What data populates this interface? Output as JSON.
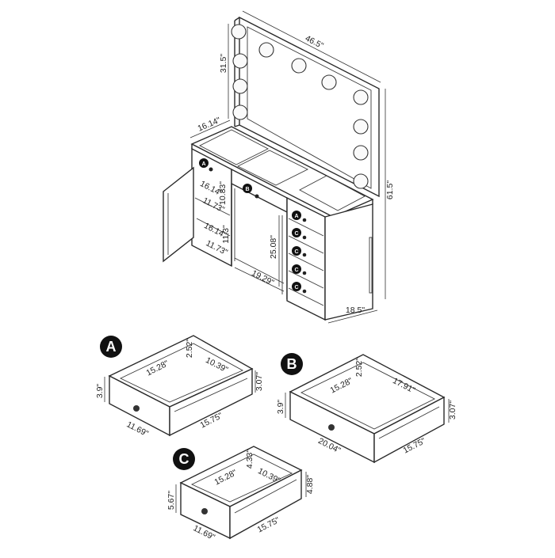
{
  "vanity": {
    "mirror_width": "46.5\"",
    "mirror_height": "31.5\"",
    "top_depth": "16.14\"",
    "total_height": "61.5\"",
    "depth": "18.5\"",
    "knee_width": "19.29\"",
    "knee_height": "25.08\"",
    "left_shelf_upper_depth": "16.14\"",
    "left_shelf_upper_height": "10.83\"",
    "left_shelf_upper_width": "11.73\"",
    "left_shelf_lower_depth": "16.14\"",
    "left_shelf_lower_height": "11.3\"",
    "left_shelf_lower_width": "11.73\"",
    "badge_a": "A",
    "badge_b": "B",
    "badge_c": "C"
  },
  "drawer_a": {
    "label": "A",
    "inner_depth": "15.28\"",
    "inner_width": "10.39\"",
    "inner_height": "2.52\"",
    "side_height": "3.07\"",
    "front_height": "3.9\"",
    "front_width": "11.69\"",
    "side_depth": "15.75\""
  },
  "drawer_b": {
    "label": "B",
    "inner_depth": "15.28\"",
    "inner_width": "17.91\"",
    "inner_height": "2.52\"",
    "side_height": "3.07\"",
    "front_height": "3.9\"",
    "front_width": "20.04\"",
    "side_depth": "15.75\""
  },
  "drawer_c": {
    "label": "C",
    "inner_depth": "15.28\"",
    "inner_width": "10.39\"",
    "inner_height": "4.33\"",
    "side_height": "4.88\"",
    "front_height": "5.67\"",
    "front_width": "11.69\"",
    "side_depth": "15.75\""
  }
}
